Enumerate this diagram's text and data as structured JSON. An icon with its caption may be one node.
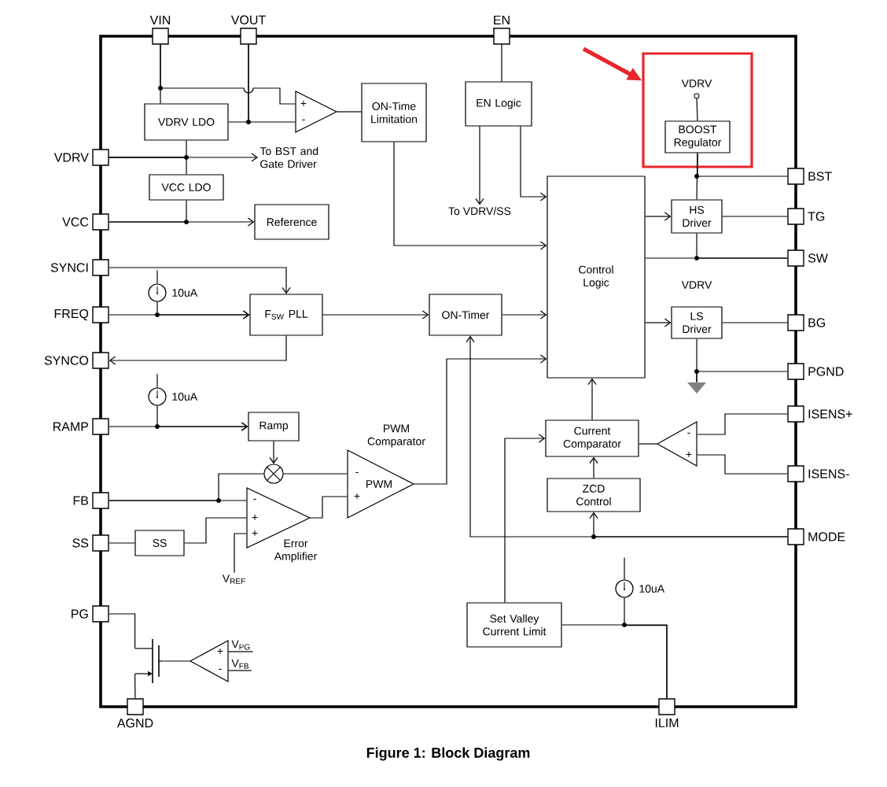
{
  "diagram": {
    "caption": "Figure 1: Block Diagram",
    "nodes": [
      {
        "text": [
          "VIN"
        ]
      },
      {
        "text": [
          "VOUT"
        ]
      },
      {
        "text": [
          "EN"
        ]
      },
      {
        "text": [
          "VDRV"
        ]
      },
      {
        "text": [
          "VCC"
        ]
      },
      {
        "text": [
          "SYNCI"
        ]
      },
      {
        "text": [
          "FREQ"
        ]
      },
      {
        "text": [
          "SYNCO"
        ]
      },
      {
        "text": [
          "RAMP"
        ]
      },
      {
        "text": [
          "FB"
        ]
      },
      {
        "text": [
          "SS"
        ]
      },
      {
        "text": [
          "PG"
        ]
      },
      {
        "text": [
          "AGND"
        ]
      },
      {
        "text": [
          "ILIM"
        ]
      },
      {
        "text": [
          "BST"
        ]
      },
      {
        "text": [
          "TG"
        ]
      },
      {
        "text": [
          "SW"
        ]
      },
      {
        "text": [
          "BG"
        ]
      },
      {
        "text": [
          "PGND"
        ]
      },
      {
        "text": [
          "ISENS+"
        ]
      },
      {
        "text": [
          "ISENS-"
        ]
      },
      {
        "text": [
          "MODE"
        ]
      },
      {
        "text": [
          "VDRV LDO"
        ]
      },
      {
        "text": [
          "+",
          "-"
        ]
      },
      {
        "text": [
          "ON-Time Limitation"
        ]
      },
      {
        "text": [
          "EN Logic"
        ]
      },
      {
        "text": [],
        "shape": "box"
      },
      {
        "text": [
          "VDRV"
        ],
        "in": 26
      },
      {
        "text": [
          "BOOST Regulator"
        ],
        "in": 26
      },
      {
        "text": [
          "To BST and Gate Driver"
        ]
      },
      {
        "text": [
          "VCC LDO"
        ]
      },
      {
        "text": [
          "Reference"
        ]
      },
      {
        "text": [
          "To VDRV/SS"
        ]
      },
      {
        "text": [
          "HS Driver"
        ]
      },
      {
        "text": [
          "Control Logic"
        ]
      },
      {
        "text": [],
        "shape": "circle",
        "beside": [
          "10uA"
        ]
      },
      {
        "text": [
          "F$_{SW}$ PLL"
        ]
      },
      {
        "text": [
          "ON-Timer"
        ]
      },
      {
        "text": [
          "LS Driver"
        ],
        "beside": [
          "VDRV"
        ]
      },
      {
        "text": [],
        "shape": "circle",
        "beside": [
          "10uA"
        ]
      },
      {
        "text": [
          "Ramp"
        ]
      },
      {
        "text": [],
        "shape": "circle"
      },
      {
        "text": [
          "PWM Comparator",
          "PWM",
          "-",
          "+"
        ]
      },
      {
        "text": [
          "-",
          "+",
          "+",
          "Error Amplifier"
        ]
      },
      {
        "text": [
          "SS"
        ]
      },
      {
        "text": [
          "V$_{REF}$"
        ]
      },
      {
        "text": [
          "Current Comparator"
        ]
      },
      {
        "text": [
          "-",
          "+"
        ]
      },
      {
        "text": [
          "ZCD Control"
        ]
      },
      {
        "text": [],
        "shape": "circle",
        "beside": [
          "10uA"
        ]
      },
      {
        "text": [
          "Set Valley Current Limit"
        ]
      },
      {
        "text": [
          "+",
          "-"
        ]
      },
      {
        "text": [
          "V$_{PG}$"
        ]
      },
      {
        "text": [
          "V$_{FB}$"
        ]
      },
      {
        "text": [],
        "shape": "transistor"
      },
      {
        "text": [],
        "shape": "ground"
      }
    ],
    "edges": [
      {
        "from": 0,
        "to": 22,
        "arrow": "none"
      },
      {
        "from": 0,
        "to": 23,
        "arrow": "none"
      },
      {
        "from": 1,
        "to": 22,
        "arrow": "none"
      },
      {
        "from": 1,
        "to": 23,
        "arrow": "none"
      },
      {
        "from": 23,
        "to": 24,
        "arrow": "none"
      },
      {
        "from": 24,
        "to": 34,
        "arrow": "to"
      },
      {
        "from": 2,
        "to": 25,
        "arrow": "none"
      },
      {
        "from": 25,
        "to": 32,
        "arrow": "to"
      },
      {
        "from": 25,
        "to": 34,
        "arrow": "to"
      },
      {
        "from": 3,
        "to": 29,
        "arrow": "to"
      },
      {
        "from": 22,
        "to": 3,
        "arrow": "none"
      },
      {
        "from": 3,
        "to": 30,
        "arrow": "none"
      },
      {
        "from": 30,
        "to": 4,
        "arrow": "none"
      },
      {
        "from": 4,
        "to": 31,
        "arrow": "to"
      },
      {
        "from": 28,
        "to": 27,
        "arrow": "none"
      },
      {
        "from": 28,
        "to": 14,
        "arrow": "none"
      },
      {
        "from": 28,
        "to": 33,
        "arrow": "none"
      },
      {
        "from": 34,
        "to": 33,
        "arrow": "to"
      },
      {
        "from": 33,
        "to": 15,
        "arrow": "none"
      },
      {
        "from": 33,
        "to": 16,
        "arrow": "none"
      },
      {
        "from": 34,
        "to": 16,
        "arrow": "none"
      },
      {
        "from": 34,
        "to": 38,
        "arrow": "to"
      },
      {
        "from": 38,
        "to": 17,
        "arrow": "none"
      },
      {
        "from": 38,
        "to": 55,
        "arrow": "none"
      },
      {
        "from": 18,
        "to": 55,
        "arrow": "none"
      },
      {
        "from": 5,
        "to": 36,
        "arrow": "to"
      },
      {
        "from": 6,
        "to": 36,
        "arrow": "to"
      },
      {
        "from": 35,
        "to": 36,
        "arrow": "to"
      },
      {
        "from": 36,
        "to": 7,
        "arrow": "to"
      },
      {
        "from": 36,
        "to": 37,
        "arrow": "to"
      },
      {
        "from": 37,
        "to": 34,
        "arrow": "to"
      },
      {
        "from": 8,
        "to": 40,
        "arrow": "to"
      },
      {
        "from": 39,
        "to": 40,
        "arrow": "to"
      },
      {
        "from": 40,
        "to": 41,
        "arrow": "to"
      },
      {
        "from": 41,
        "to": 42,
        "arrow": "none"
      },
      {
        "from": 9,
        "to": 43,
        "arrow": "none"
      },
      {
        "from": 9,
        "to": 41,
        "arrow": "none"
      },
      {
        "from": 10,
        "to": 44,
        "arrow": "none"
      },
      {
        "from": 44,
        "to": 43,
        "arrow": "none"
      },
      {
        "from": 45,
        "to": 43,
        "arrow": "none"
      },
      {
        "from": 43,
        "to": 42,
        "arrow": "none"
      },
      {
        "from": 42,
        "to": 34,
        "arrow": "to"
      },
      {
        "from": 21,
        "to": 37,
        "arrow": "to"
      },
      {
        "from": 21,
        "to": 48,
        "arrow": "to"
      },
      {
        "from": 48,
        "to": 46,
        "arrow": "to"
      },
      {
        "from": 46,
        "to": 34,
        "arrow": "to"
      },
      {
        "from": 47,
        "to": 46,
        "arrow": "none"
      },
      {
        "from": 19,
        "to": 47,
        "arrow": "none"
      },
      {
        "from": 20,
        "to": 47,
        "arrow": "none"
      },
      {
        "from": 50,
        "to": 46,
        "arrow": "to"
      },
      {
        "from": 50,
        "to": 13,
        "arrow": "none"
      },
      {
        "from": 49,
        "to": 13,
        "arrow": "none"
      },
      {
        "from": 11,
        "to": 54,
        "arrow": "none"
      },
      {
        "from": 54,
        "to": 12,
        "arrow": "none"
      },
      {
        "from": 51,
        "to": 54,
        "arrow": "none"
      },
      {
        "from": 52,
        "to": 51,
        "arrow": "none"
      },
      {
        "from": 53,
        "to": 51,
        "arrow": "none"
      },
      {
        "from": null,
        "to": 26,
        "arrow": "to",
        "style": "thick",
        "color": "#e8262b"
      },
      {
        "from": null,
        "to": 35,
        "arrow": "none"
      },
      {
        "from": null,
        "to": 39,
        "arrow": "none"
      },
      {
        "from": null,
        "to": 49,
        "arrow": "none"
      }
    ]
  }
}
